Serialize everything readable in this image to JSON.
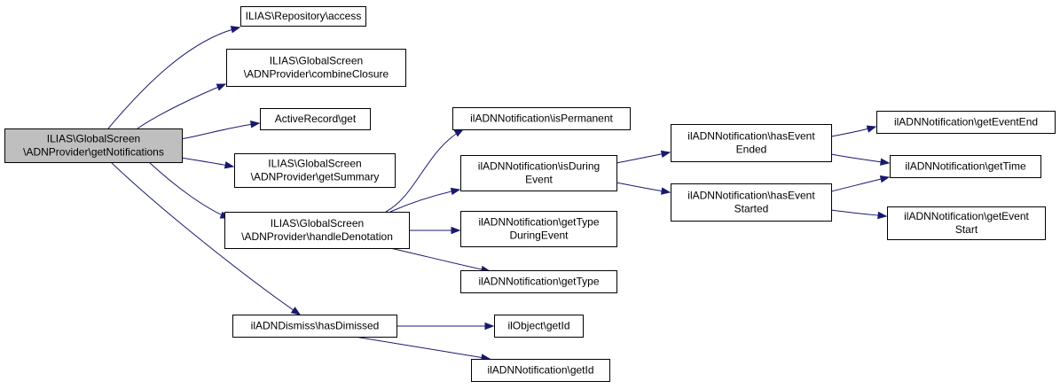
{
  "graph": {
    "colors": {
      "edge": "#191970",
      "root_fill": "#bfbfbf",
      "node_fill": "#ffffff",
      "border": "#000000"
    },
    "nodes": [
      {
        "id": "root",
        "lines": [
          "ILIAS\\GlobalScreen",
          "\\ADNProvider\\getNotifications"
        ],
        "root": true
      },
      {
        "id": "repo_access",
        "lines": [
          "ILIAS\\Repository\\access"
        ]
      },
      {
        "id": "combine_closure",
        "lines": [
          "ILIAS\\GlobalScreen",
          "\\ADNProvider\\combineClosure"
        ]
      },
      {
        "id": "ar_get",
        "lines": [
          "ActiveRecord\\get"
        ]
      },
      {
        "id": "get_summary",
        "lines": [
          "ILIAS\\GlobalScreen",
          "\\ADNProvider\\getSummary"
        ]
      },
      {
        "id": "handle_denotation",
        "lines": [
          "ILIAS\\GlobalScreen",
          "\\ADNProvider\\handleDenotation"
        ]
      },
      {
        "id": "has_dimissed",
        "lines": [
          "ilADNDismiss\\hasDimissed"
        ]
      },
      {
        "id": "is_permanent",
        "lines": [
          "ilADNNotification\\isPermanent"
        ]
      },
      {
        "id": "is_during_event",
        "lines": [
          "ilADNNotification\\isDuring",
          "Event"
        ]
      },
      {
        "id": "get_type_during_event",
        "lines": [
          "ilADNNotification\\getType",
          "DuringEvent"
        ]
      },
      {
        "id": "get_type",
        "lines": [
          "ilADNNotification\\getType"
        ]
      },
      {
        "id": "ilobject_getid",
        "lines": [
          "ilObject\\getId"
        ]
      },
      {
        "id": "adn_getid",
        "lines": [
          "ilADNNotification\\getId"
        ]
      },
      {
        "id": "has_event_ended",
        "lines": [
          "ilADNNotification\\hasEvent",
          "Ended"
        ]
      },
      {
        "id": "has_event_started",
        "lines": [
          "ilADNNotification\\hasEvent",
          "Started"
        ]
      },
      {
        "id": "get_event_end",
        "lines": [
          "ilADNNotification\\getEventEnd"
        ]
      },
      {
        "id": "get_time",
        "lines": [
          "ilADNNotification\\getTime"
        ]
      },
      {
        "id": "get_event_start",
        "lines": [
          "ilADNNotification\\getEvent",
          "Start"
        ]
      }
    ],
    "edges": [
      {
        "from": "root",
        "to": "repo_access"
      },
      {
        "from": "root",
        "to": "combine_closure"
      },
      {
        "from": "root",
        "to": "ar_get"
      },
      {
        "from": "root",
        "to": "get_summary"
      },
      {
        "from": "root",
        "to": "handle_denotation"
      },
      {
        "from": "root",
        "to": "has_dimissed"
      },
      {
        "from": "handle_denotation",
        "to": "is_permanent"
      },
      {
        "from": "handle_denotation",
        "to": "is_during_event"
      },
      {
        "from": "handle_denotation",
        "to": "get_type_during_event"
      },
      {
        "from": "handle_denotation",
        "to": "get_type"
      },
      {
        "from": "has_dimissed",
        "to": "ilobject_getid"
      },
      {
        "from": "has_dimissed",
        "to": "adn_getid"
      },
      {
        "from": "is_during_event",
        "to": "has_event_ended"
      },
      {
        "from": "is_during_event",
        "to": "has_event_started"
      },
      {
        "from": "has_event_ended",
        "to": "get_event_end"
      },
      {
        "from": "has_event_ended",
        "to": "get_time"
      },
      {
        "from": "has_event_started",
        "to": "get_time"
      },
      {
        "from": "has_event_started",
        "to": "get_event_start"
      }
    ]
  }
}
